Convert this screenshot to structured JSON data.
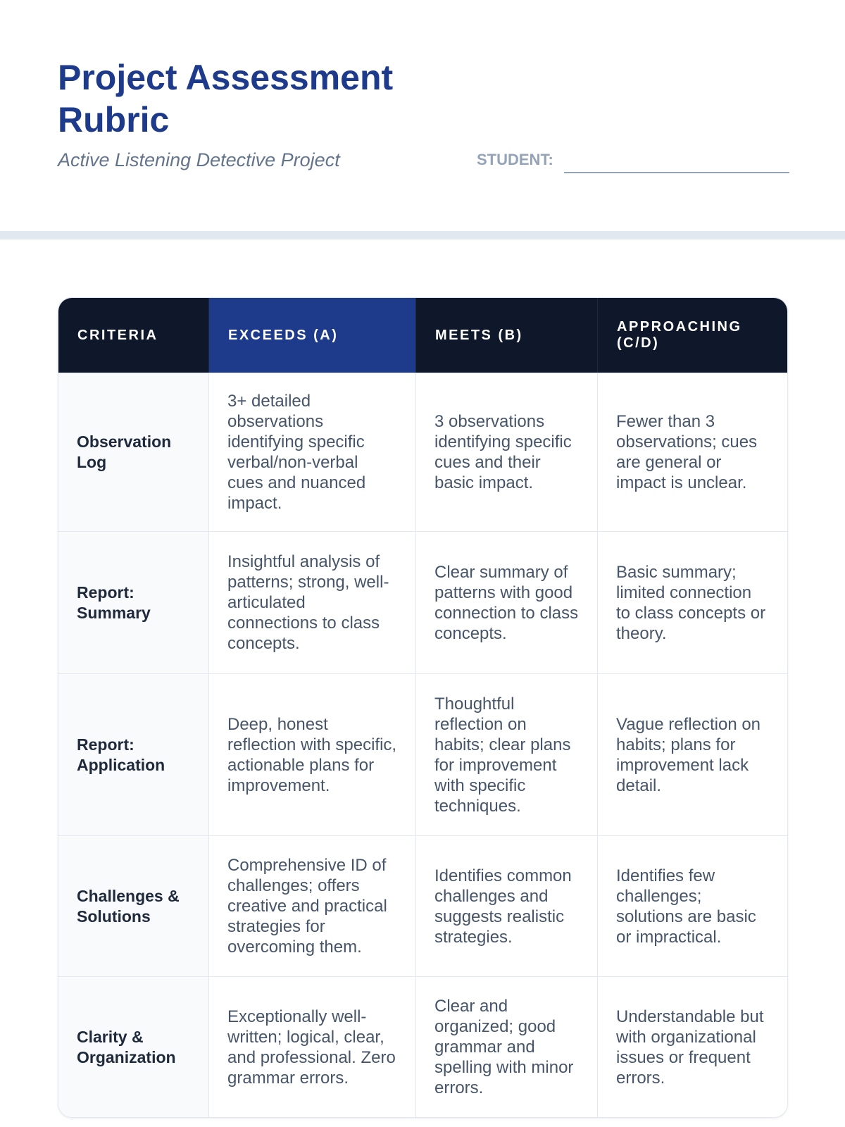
{
  "header": {
    "title": "Project Assessment Rubric",
    "subtitle": "Active Listening Detective Project",
    "student_label": "STUDENT:"
  },
  "table": {
    "columns": [
      "CRITERIA",
      "EXCEEDS (A)",
      "MEETS (B)",
      "APPROACHING (C/D)"
    ],
    "rows": [
      {
        "criteria": "Observation Log",
        "exceeds": "3+ detailed observations identifying specific verbal/non-verbal cues and nuanced impact.",
        "meets": "3 observations identifying specific cues and their basic impact.",
        "approaching": "Fewer than 3 observations; cues are general or impact is unclear."
      },
      {
        "criteria": "Report: Summary",
        "exceeds": "Insightful analysis of patterns; strong, well-articulated connections to class concepts.",
        "meets": "Clear summary of patterns with good connection to class concepts.",
        "approaching": "Basic summary; limited connection to class concepts or theory."
      },
      {
        "criteria": "Report: Application",
        "exceeds": "Deep, honest reflection with specific, actionable plans for improvement.",
        "meets": "Thoughtful reflection on habits; clear plans for improvement with specific techniques.",
        "approaching": "Vague reflection on habits; plans for improvement lack detail."
      },
      {
        "criteria": "Challenges & Solutions",
        "exceeds": "Comprehensive ID of challenges; offers creative and practical strategies for overcoming them.",
        "meets": "Identifies common challenges and suggests realistic strategies.",
        "approaching": "Identifies few challenges; solutions are basic or impractical."
      },
      {
        "criteria": "Clarity & Organization",
        "exceeds": "Exceptionally well-written; logical, clear, and professional. Zero grammar errors.",
        "meets": "Clear and organized; good grammar and spelling with minor errors.",
        "approaching": "Understandable but with organizational issues or frequent errors."
      }
    ]
  },
  "colors": {
    "primary": "#1e3a8a",
    "header_dark": "#0f172a"
  }
}
